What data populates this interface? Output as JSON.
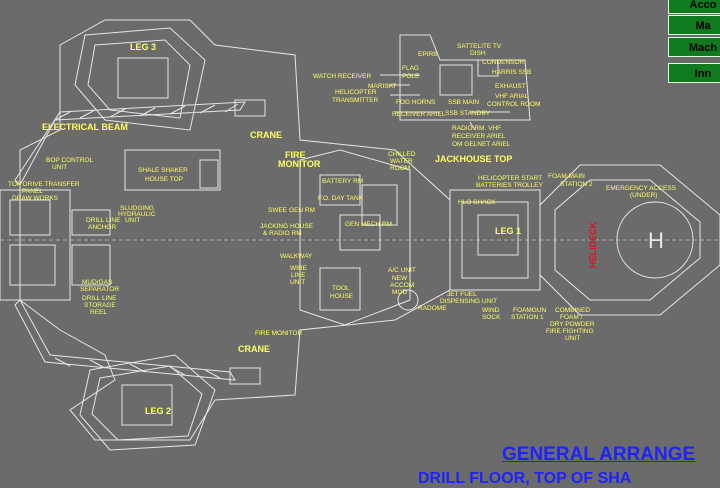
{
  "nav_buttons": [
    {
      "label": "Acco"
    },
    {
      "label": "Ma"
    },
    {
      "label": "Mach"
    },
    {
      "label": "Inn"
    }
  ],
  "title": {
    "line1": "GENERAL ARRANGE",
    "line2": "DRILL FLOOR, TOP OF SHA"
  },
  "labels": {
    "leg3": "LEG 3",
    "leg2": "LEG 2",
    "leg1": "LEG 1",
    "electrical_beam": "ELECTRICAL BEAM",
    "crane_top": "CRANE",
    "crane_bottom": "CRANE",
    "fire_monitor_top": "FIRE",
    "fire_monitor_top2": "MONITOR",
    "fire_monitor_bottom": "FIRE MONITOR",
    "shale_shaker_1": "SHALE SHAKER",
    "shale_shaker_2": "HOUSE TOP",
    "jackhouse_top": "JACKHOUSE TOP",
    "watch_receiver": "WATCH RECEIVER",
    "marisat": "MARISAT",
    "heli_tx_1": "HELICOPTER",
    "heli_tx_2": "TRANSMITTER",
    "fog_horns": "FOG HORNS",
    "flag_pole_1": "FLAG",
    "flag_pole_2": "POLE",
    "epirb": "EPIRB",
    "sat_tv_1": "SATTELITE TV",
    "sat_tv_2": "DISH",
    "condensor": "CONDENSOR",
    "harris_ssb": "HARRIS SSB",
    "exhaust": "EXHAUST",
    "vhf_arial_1": "VHF ARIAL",
    "vhf_arial_2": "CONTROL ROOM",
    "ssb_main": "SSB MAIN",
    "ssb_standby": "SSB STANDBY",
    "receiver_ariel": "RECEIVER ARIEL",
    "radio_rm_vhf": "RADIO RM. VHF",
    "receiver_ariel_2": "RECEIVER ARIEL",
    "om_gelnet": "OM GELNET ARIEL",
    "heli_start_1": "HELICOPTER START",
    "heli_start_2": "BATTERIES TROLLEY",
    "foam_main_1": "FOAM MAIN",
    "foam_main_2": "STATION 2",
    "emergency_1": "EMERGENCY ACCESS",
    "emergency_2": "(UNDER)",
    "hlo_shack": "HLO SHACK",
    "ac_unit": "A/C UNIT",
    "new_accom_1": "NEW",
    "new_accom_2": "ACCOM",
    "new_accom_3": "MOD",
    "jet_fuel_1": "JET FUEL",
    "jet_fuel_2": "DISPENSING UNIT",
    "radome": "RADOME",
    "wind_sock_1": "WIND",
    "wind_sock_2": "SOCK",
    "foam_1_1": "FOAMGUN",
    "foam_1_2": "STATION 1",
    "combined_1": "COMBINED",
    "combined_2": "FOAM /",
    "combined_3": "DRY POWDER",
    "combined_4": "FIRE FIGHTING",
    "combined_5": "UNIT",
    "tool_house_1": "TOOL",
    "tool_house_2": "HOUSE",
    "wireline_1": "WIRE",
    "wireline_2": "LINE",
    "wireline_3": "UNIT",
    "walkway": "WALKWAY",
    "bop_control_1": "BOP CONTROL",
    "bop_control_2": "UNIT",
    "top_drive_1": "TOP DRIVE TRANSFER",
    "top_drive_2": "PANEL",
    "draw_works": "DRAW WORKS",
    "drill_line_1": "DRILL LINE",
    "drill_line_2": "ANCHOR",
    "sludging_1": "SLUDGING",
    "sludging_2": "HYDRAULIC",
    "sludging_3": "UNIT",
    "mud_gas_1": "MUD/GAS",
    "mud_gas_2": "SEPARATOR",
    "drill_reel_1": "DRILL LINE",
    "drill_reel_2": "STORAGE",
    "drill_reel_3": "REEL",
    "chilled_1": "CHILLED",
    "chilled_2": "WATER",
    "chilled_3": "ROOM",
    "swee_gen": "SWEE GEN RM",
    "jacking_1": "JACKING HOUSE",
    "jacking_2": "& RADIO RM",
    "battery": "BATTERY RM",
    "day_tank": "F.O. DAY TANK",
    "gen_mech": "GEN MECH RM",
    "helideck_red": "HELIDECK",
    "helipad_h": "H"
  },
  "colors": {
    "background": "#6b6b6b",
    "lines": "#e6e6e6",
    "labels": "#ffff66",
    "title": "#1e22ff",
    "nav_button": "#0f7a1e",
    "helideck_text": "#e01020"
  }
}
